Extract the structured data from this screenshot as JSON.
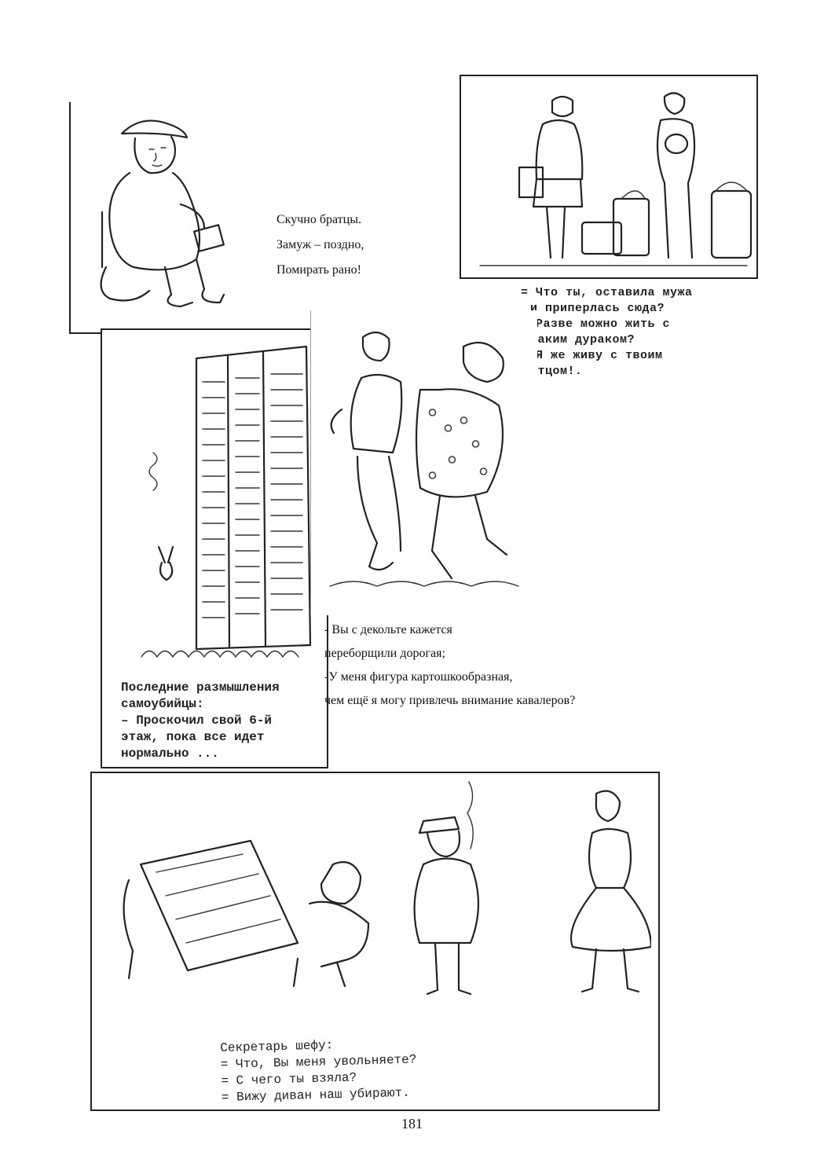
{
  "cartoon1": {
    "lines": [
      "Скучно братцы.",
      "Замуж – поздно,",
      "Помирать рано!"
    ]
  },
  "cartoon2": {
    "lines": [
      "= Что ты, оставила мужа",
      "и приперлась сюда?",
      "= Разве можно жить с",
      "таким дураком?",
      "— Я же живу с твоим",
      "отцом!."
    ]
  },
  "cartoon3": {
    "lines": [
      "Последние размышления",
      "самоубийцы:",
      "– Проскочил свой 6-й",
      "этаж, пока все идет",
      "нормально ..."
    ]
  },
  "cartoon4": {
    "lines": [
      "- Вы с декольте кажется",
      "переборщили дорогая;",
      "-У меня фигура картошкообразная,",
      "чем ещё я могу привлечь внимание кавалеров?"
    ]
  },
  "cartoon5": {
    "lines": [
      "Секретарь шефу:",
      "= Что, Вы меня увольняете?",
      "= С чего ты взяла?",
      "= Вижу диван наш убирают."
    ]
  },
  "page_number": "181"
}
